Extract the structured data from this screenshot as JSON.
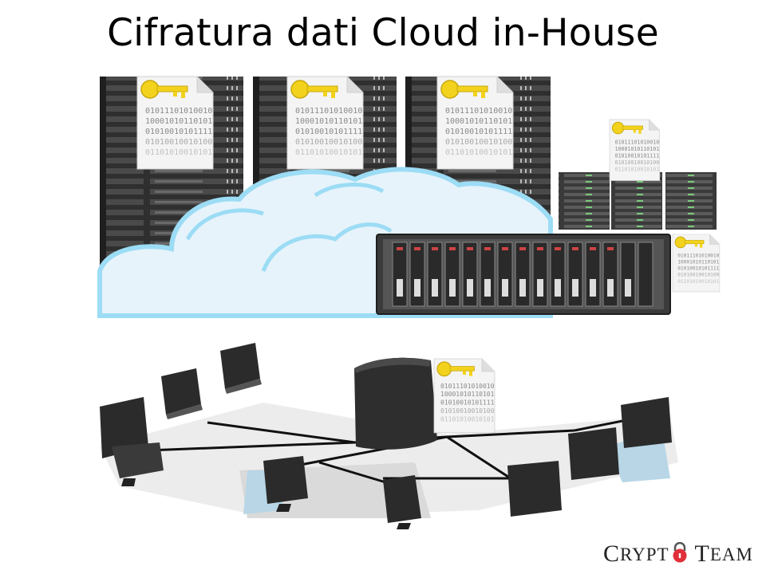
{
  "slide": {
    "title": "Cifratura dati Cloud in-House"
  },
  "logo": {
    "part1_initial": "C",
    "part1_rest": "RYPT",
    "part2_initial": "T",
    "part2_rest": "EAM",
    "lock_icon": "padlock-icon",
    "lock_color": "#e0303a"
  },
  "key_documents": {
    "icon": "key-icon",
    "key_color": "#f2d21c",
    "binary_lines": [
      "01011101010010",
      "10001010110101",
      "01010010101111",
      "01010010010100",
      "01101010010101"
    ]
  },
  "colors": {
    "cloud_fill": "#e6f3fb",
    "cloud_outline": "#9cdcf5",
    "rack_dark": "#333333",
    "network_shadow": "#b8d6e6"
  }
}
